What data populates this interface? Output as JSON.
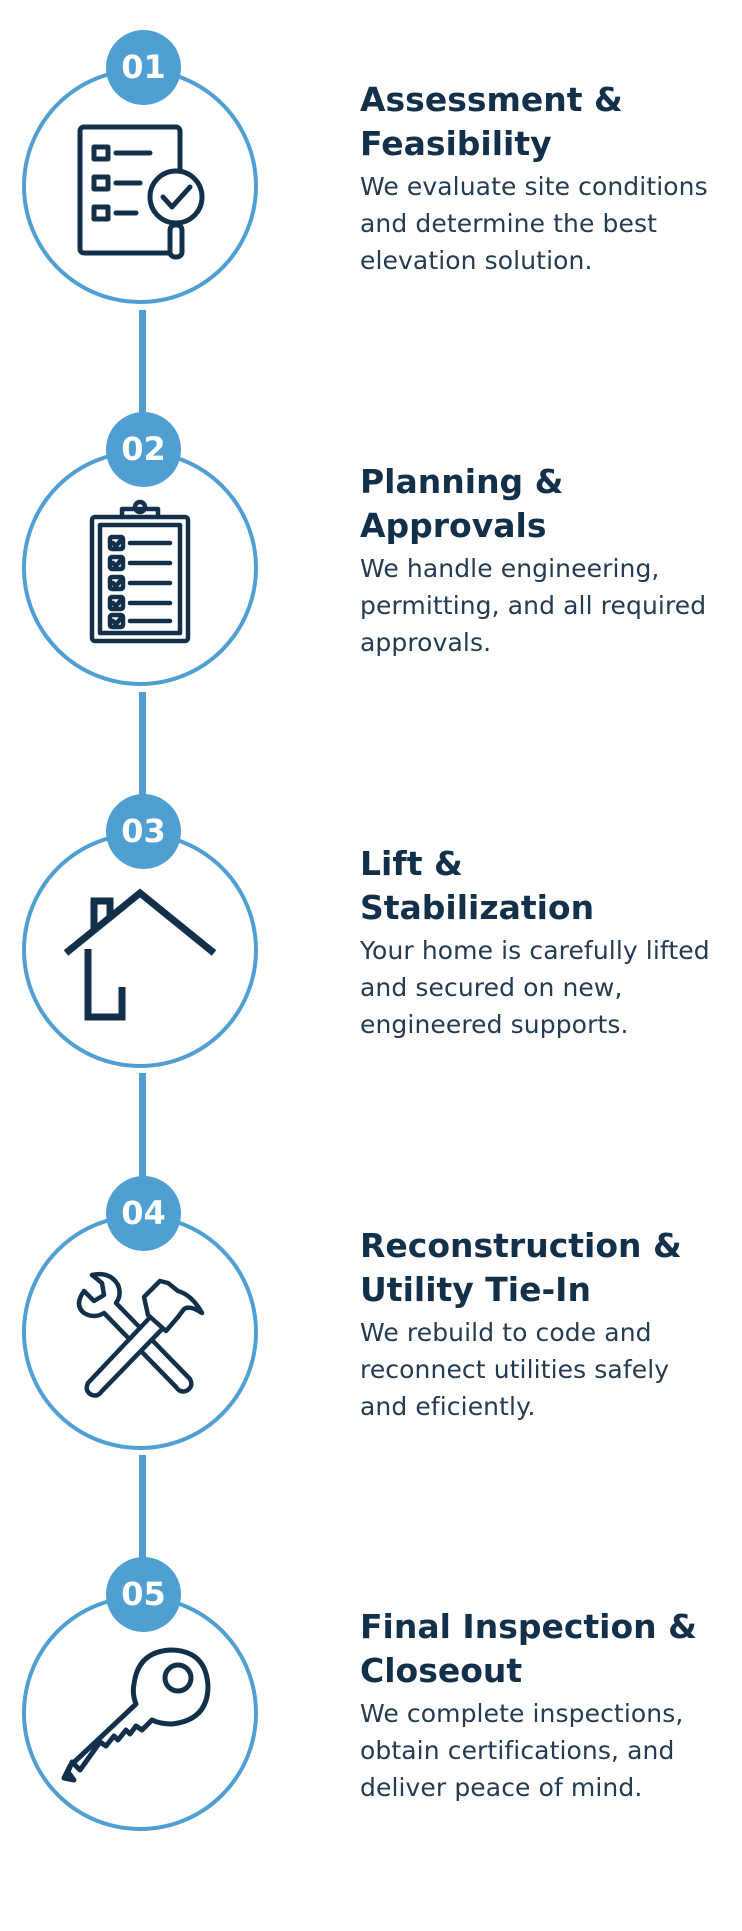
{
  "colors": {
    "accent": "#4f9fd3",
    "ink": "#123049",
    "body_text": "#243b52",
    "background": "#ffffff"
  },
  "steps": [
    {
      "number": "01",
      "title_line1": "Assessment &",
      "title_line2": "Feasibility",
      "desc_line1": "We evaluate site conditions",
      "desc_line2": "and determine the best",
      "desc_line3": "elevation solution.",
      "icon": "checklist-magnifier-icon"
    },
    {
      "number": "02",
      "title_line1": "Planning &",
      "title_line2": "Approvals",
      "desc_line1": "We handle engineering,",
      "desc_line2": "permitting, and all required",
      "desc_line3": "approvals.",
      "icon": "clipboard-checklist-icon"
    },
    {
      "number": "03",
      "title_line1": "Lift &",
      "title_line2": "Stabilization",
      "desc_line1": "Your home is carefully lifted",
      "desc_line2": "and secured on new,",
      "desc_line3": "engineered supports.",
      "icon": "house-icon"
    },
    {
      "number": "04",
      "title_line1": "Reconstruction &",
      "title_line2": "Utility Tie-In",
      "desc_line1": "We rebuild to code and",
      "desc_line2": "reconnect utilities safely",
      "desc_line3": "and eficiently.",
      "icon": "wrench-hammer-icon"
    },
    {
      "number": "05",
      "title_line1": "Final Inspection &",
      "title_line2": "Closeout",
      "desc_line1": "We complete inspections,",
      "desc_line2": "obtain certifications, and",
      "desc_line3": "deliver peace of mind.",
      "icon": "key-icon"
    }
  ]
}
